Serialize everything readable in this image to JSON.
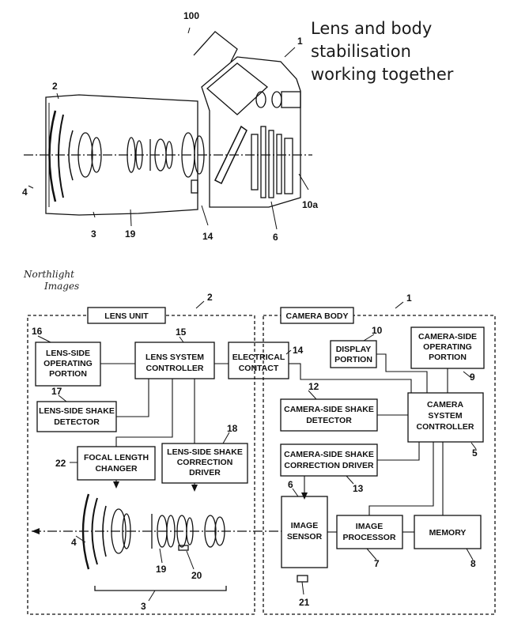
{
  "caption": {
    "line1": "Lens and body stabilisation",
    "line2": "working together"
  },
  "watermark": {
    "line1": "Northlight",
    "line2": "Images"
  },
  "top_figure": {
    "refs": [
      "100",
      "1",
      "2",
      "4",
      "3",
      "19",
      "14",
      "6",
      "10a"
    ]
  },
  "block_diagram": {
    "containers": [
      {
        "id": "lens_unit",
        "title": "LENS UNIT",
        "ref": "2"
      },
      {
        "id": "camera_body",
        "title": "CAMERA BODY",
        "ref": "1"
      }
    ],
    "blocks": [
      {
        "id": "b16",
        "ref": "16",
        "lines": [
          "LENS-SIDE",
          "OPERATING",
          "PORTION"
        ]
      },
      {
        "id": "b15",
        "ref": "15",
        "lines": [
          "LENS SYSTEM",
          "CONTROLLER"
        ]
      },
      {
        "id": "b14",
        "ref": "14",
        "lines": [
          "ELECTRICAL",
          "CONTACT"
        ]
      },
      {
        "id": "b17",
        "ref": "17",
        "lines": [
          "LENS-SIDE SHAKE",
          "DETECTOR"
        ]
      },
      {
        "id": "b22",
        "ref": "22",
        "lines": [
          "FOCAL LENGTH",
          "CHANGER"
        ]
      },
      {
        "id": "b18",
        "ref": "18",
        "lines": [
          "LENS-SIDE SHAKE",
          "CORRECTION",
          "DRIVER"
        ]
      },
      {
        "id": "b10",
        "ref": "10",
        "lines": [
          "DISPLAY",
          "PORTION"
        ]
      },
      {
        "id": "b9",
        "ref": "9",
        "lines": [
          "CAMERA-SIDE",
          "OPERATING",
          "PORTION"
        ]
      },
      {
        "id": "b12",
        "ref": "12",
        "lines": [
          "CAMERA-SIDE SHAKE",
          "DETECTOR"
        ]
      },
      {
        "id": "b5",
        "ref": "5",
        "lines": [
          "CAMERA",
          "SYSTEM",
          "CONTROLLER"
        ]
      },
      {
        "id": "b13",
        "ref": "13",
        "lines": [
          "CAMERA-SIDE SHAKE",
          "CORRECTION DRIVER"
        ]
      },
      {
        "id": "b6",
        "ref": "6",
        "lines": [
          "IMAGE",
          "SENSOR"
        ]
      },
      {
        "id": "b7",
        "ref": "7",
        "lines": [
          "IMAGE",
          "PROCESSOR"
        ]
      },
      {
        "id": "b8",
        "ref": "8",
        "lines": [
          "MEMORY"
        ]
      }
    ],
    "extra_refs": [
      "4",
      "19",
      "20",
      "3",
      "21"
    ]
  }
}
